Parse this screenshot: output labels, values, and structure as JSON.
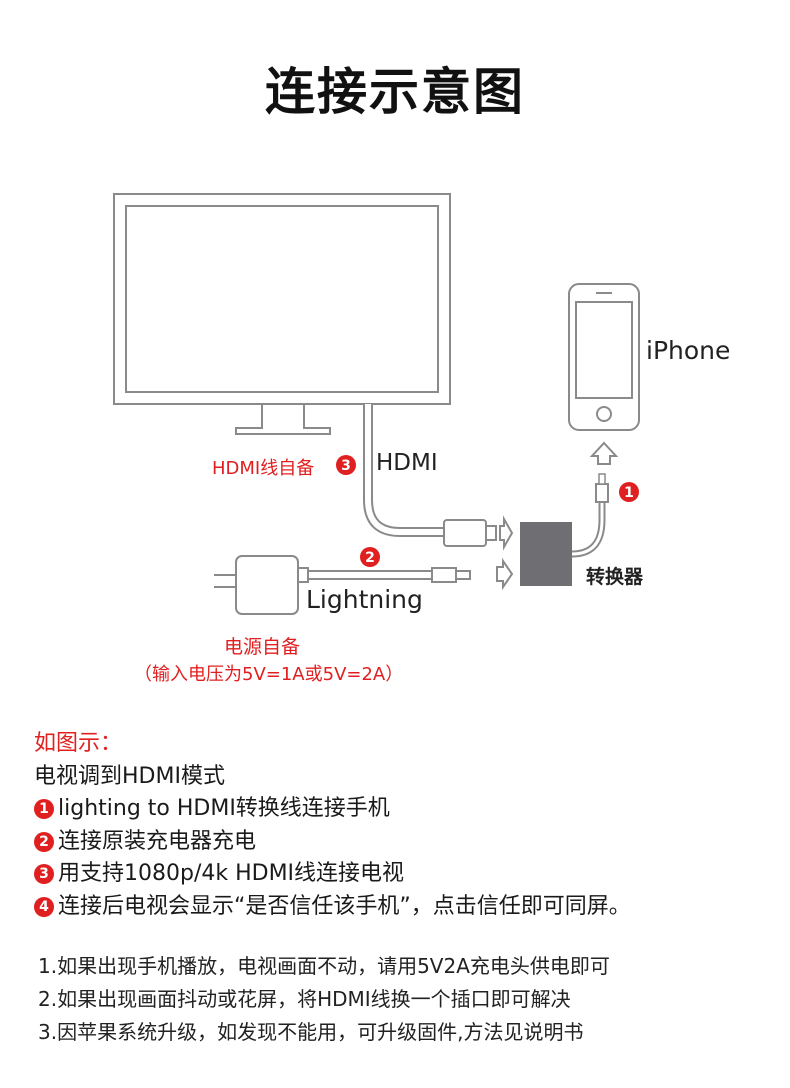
{
  "title": "连接示意图",
  "labels": {
    "iphone": "iPhone",
    "hdmi": "HDMI",
    "hdmi_self": "HDMI线自备",
    "lightning": "Lightning",
    "converter": "转换器",
    "power_self": "电源自备",
    "power_spec": "（输入电压为5V=1A或5V=2A）",
    "badge1": "1",
    "badge2": "2",
    "badge3": "3"
  },
  "instructions": {
    "heading": "如图示：",
    "mode": "电视调到HDMI模式",
    "steps": [
      {
        "num": "1",
        "text": "lighting to HDMI转换线连接手机"
      },
      {
        "num": "2",
        "text": "连接原装充电器充电"
      },
      {
        "num": "3",
        "text": "用支持1080p/4k HDMI线连接电视"
      },
      {
        "num": "4",
        "text": "连接后电视会显示“是否信任该手机”，点击信任即可同屏。"
      }
    ]
  },
  "notes": [
    "1.如果出现手机播放，电视画面不动，请用5V2A充电头供电即可",
    "2.如果出现画面抖动或花屏，将HDMI线换一个插口即可解决",
    "3.因苹果系统升级，如发现不能用，可升级固件,方法见说明书"
  ],
  "colors": {
    "accent": "#e02020",
    "converter": "#6f6f73",
    "line": "#8a8a8a"
  }
}
